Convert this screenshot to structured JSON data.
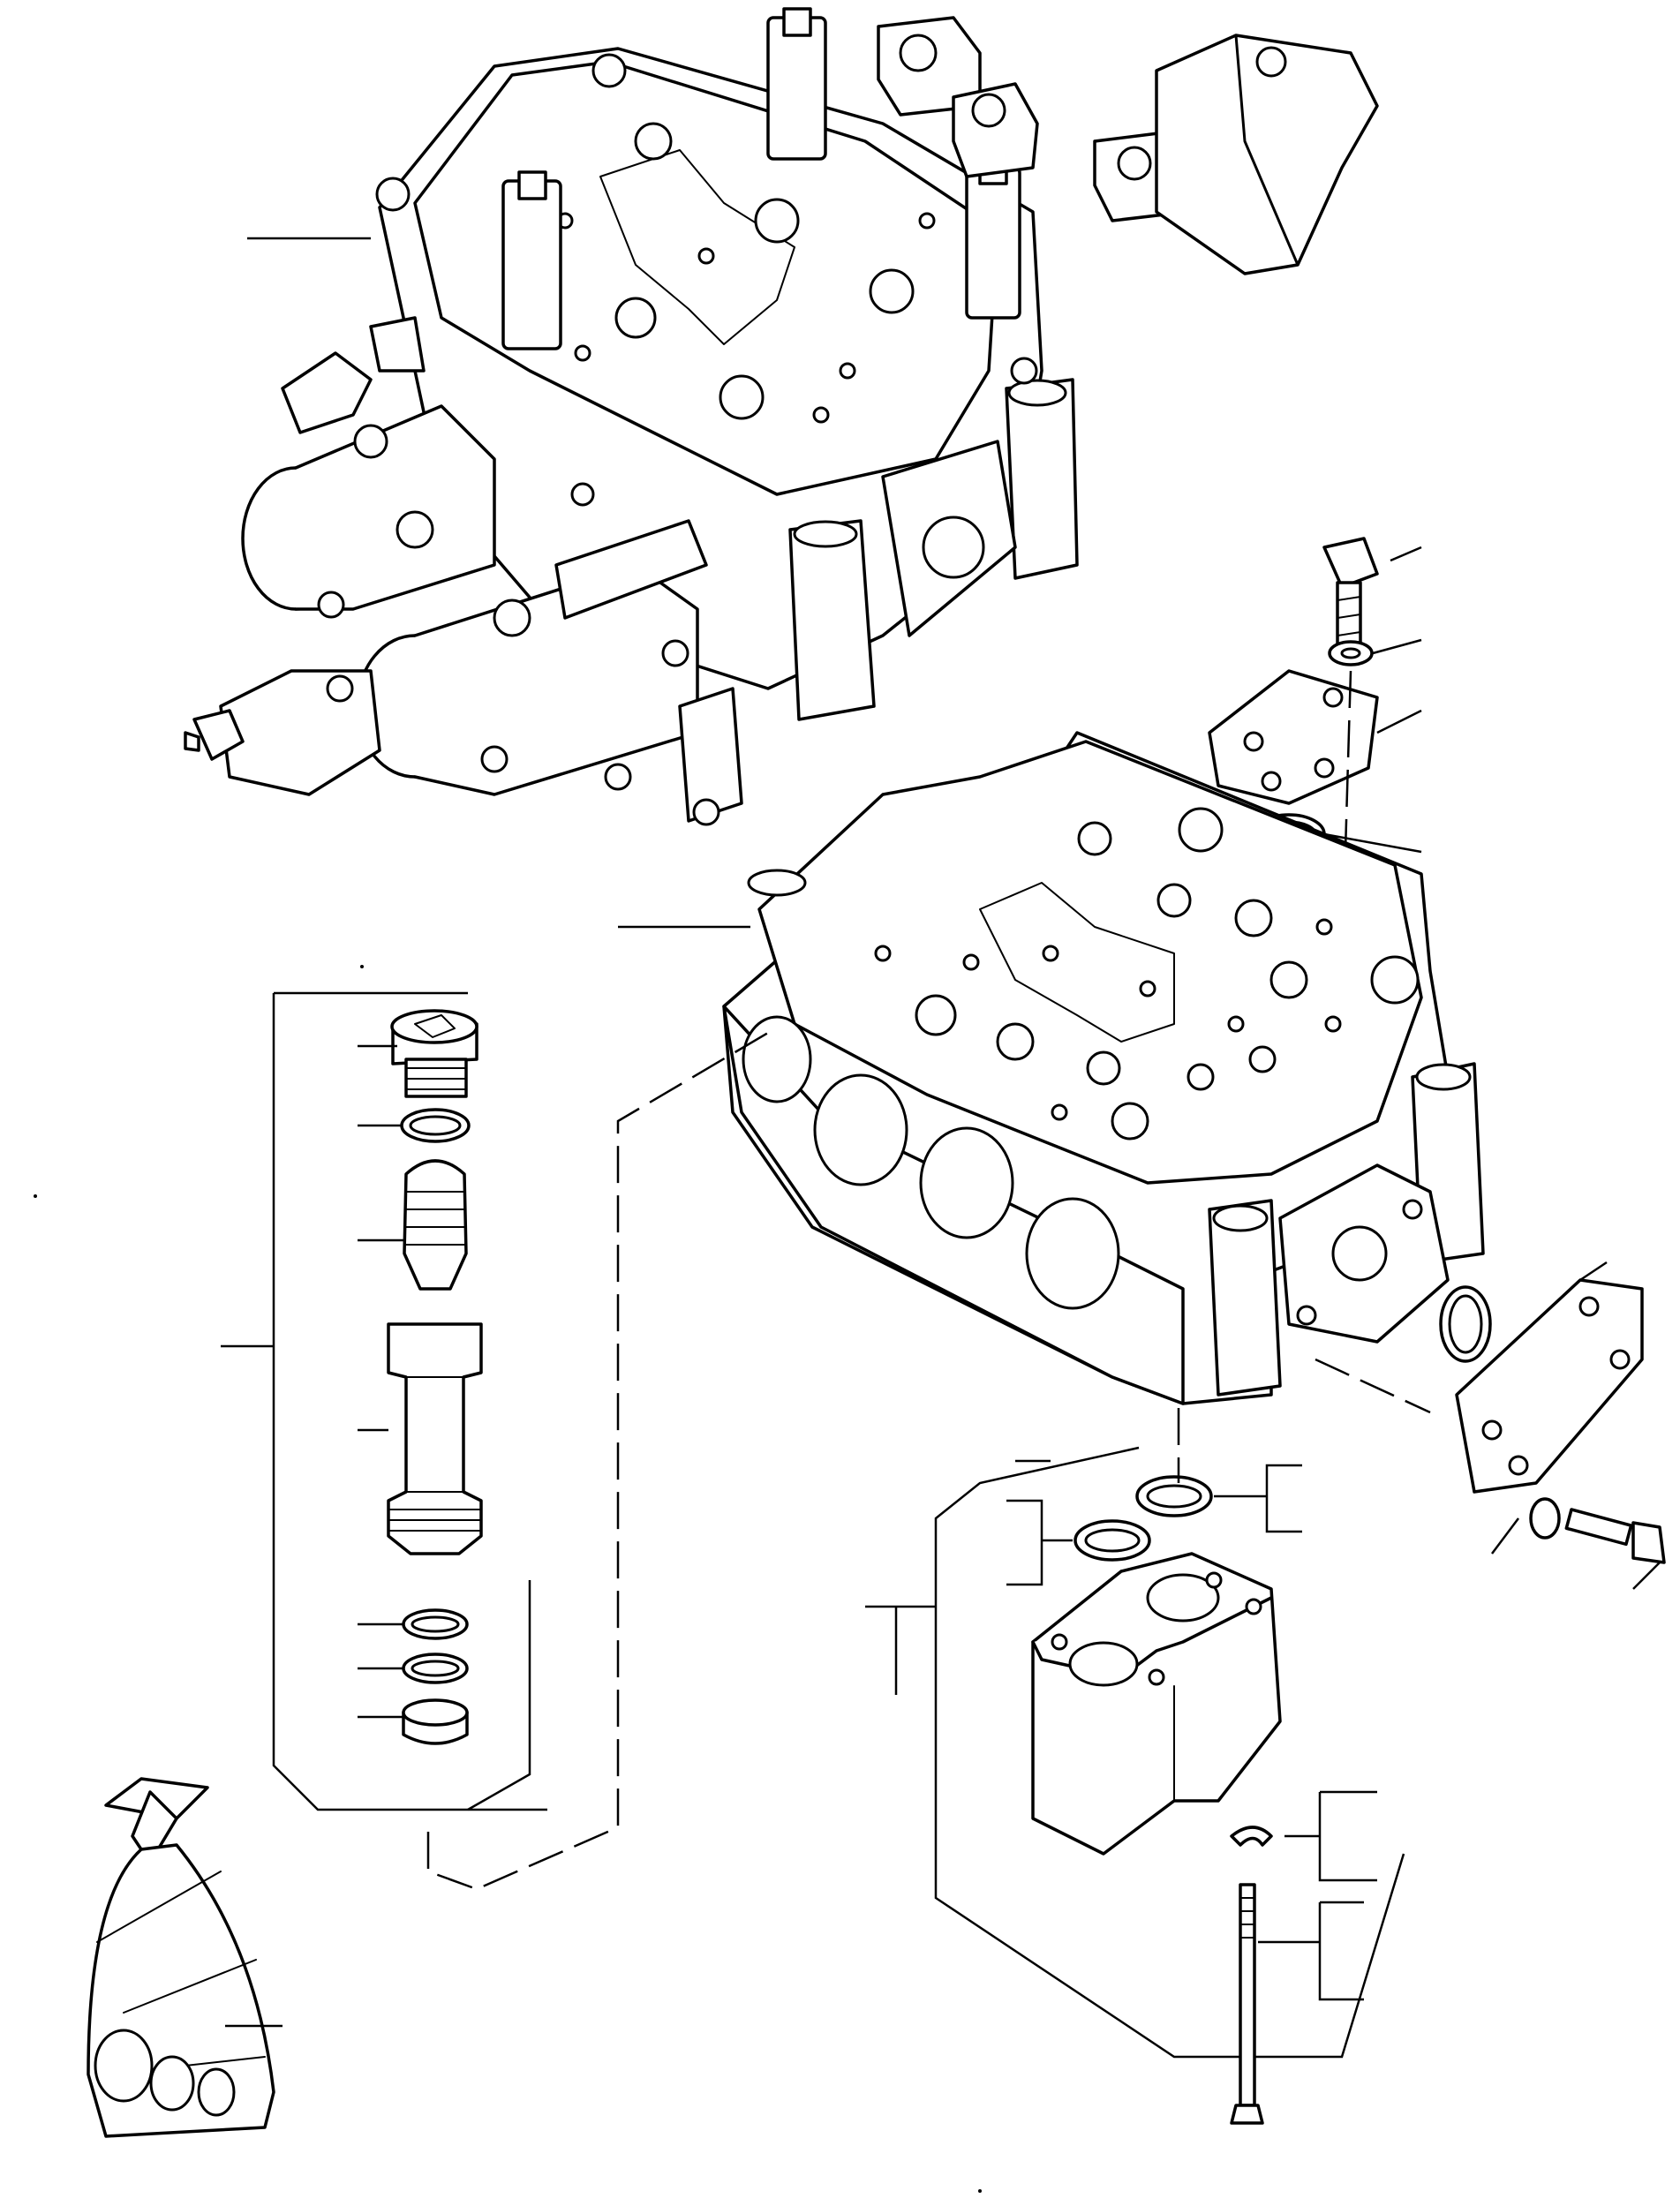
{
  "diagram": {
    "kind": "exploded parts view",
    "parts": [
      {
        "name": "control-valve-assembly"
      },
      {
        "name": "valve-section"
      },
      {
        "name": "end-cover-bolt"
      },
      {
        "name": "lock-washer"
      },
      {
        "name": "cover-plate"
      },
      {
        "name": "o-ring"
      },
      {
        "name": "relief-valve-kit"
      },
      {
        "name": "side-cover-plate"
      },
      {
        "name": "inlet-section"
      },
      {
        "name": "tie-rod"
      },
      {
        "name": "seal-kit-bag"
      }
    ],
    "callout_labels": []
  }
}
